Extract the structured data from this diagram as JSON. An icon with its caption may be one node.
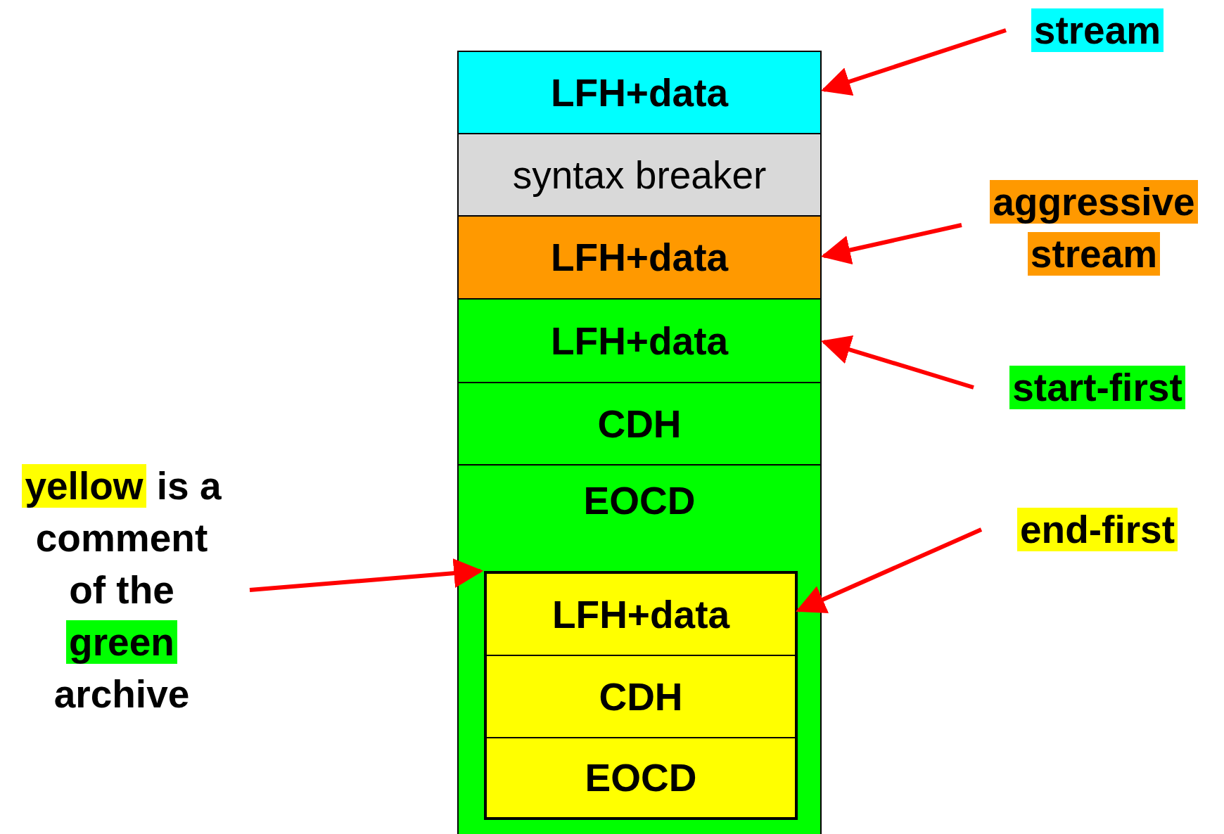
{
  "diagram": {
    "nodes": [
      {
        "text": [
          "LFH+data"
        ]
      },
      {
        "text": [
          "syntax breaker"
        ]
      },
      {
        "text": [
          "LFH+data"
        ]
      },
      {
        "text": [
          "LFH+data"
        ]
      },
      {
        "text": [
          "CDH"
        ]
      },
      {
        "text": [
          "EOCD"
        ]
      },
      {
        "text": [],
        "shape": "box",
        "in": 5
      },
      {
        "text": [
          "LFH+data"
        ],
        "in": 6
      },
      {
        "text": [
          "CDH"
        ],
        "in": 6
      },
      {
        "text": [
          "EOCD"
        ],
        "in": 6
      },
      {
        "text": [
          "stream"
        ]
      },
      {
        "text": [
          "aggressive stream"
        ]
      },
      {
        "text": [
          "start-first"
        ]
      },
      {
        "text": [
          "end-first"
        ]
      },
      {
        "text": [
          "yellow is a comment of the green archive"
        ]
      }
    ],
    "edges": [
      {
        "from": 10,
        "to": 0,
        "arrow": "to"
      },
      {
        "from": 11,
        "to": 2,
        "arrow": "to"
      },
      {
        "from": 12,
        "to": 3,
        "arrow": "to"
      },
      {
        "from": 13,
        "to": 7,
        "arrow": "to"
      },
      {
        "from": 14,
        "to": 6,
        "arrow": "to"
      }
    ]
  }
}
